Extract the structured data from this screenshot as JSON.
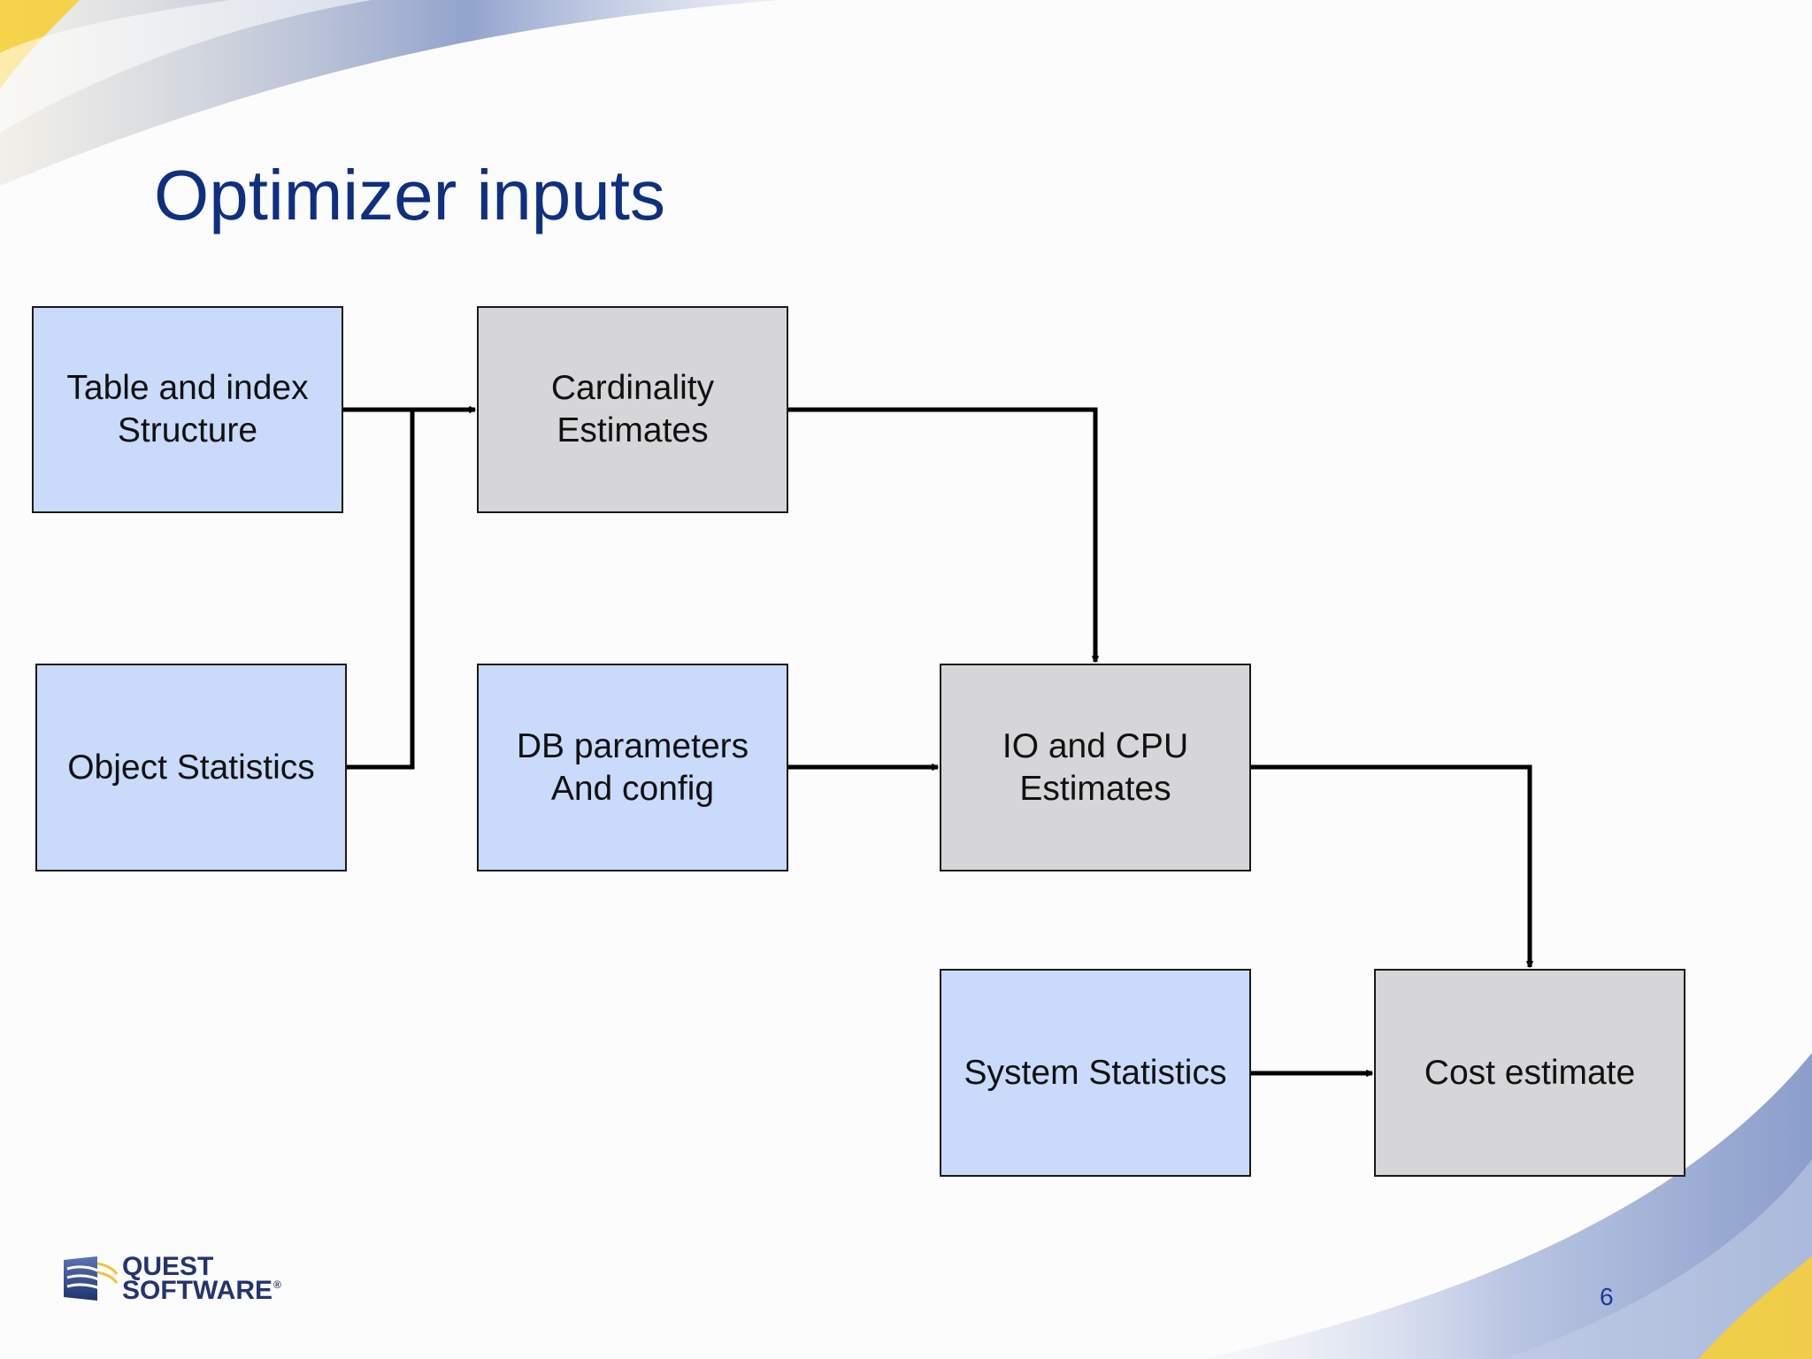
{
  "slide": {
    "title": "Optimizer inputs",
    "page_number": "6"
  },
  "logo": {
    "line1": "QUEST",
    "line2": "SOFTWARE",
    "mark": "®"
  },
  "nodes": {
    "table_index": {
      "line1": "Table and index",
      "line2": "Structure"
    },
    "cardinality": {
      "line1": "Cardinality",
      "line2": "Estimates"
    },
    "object_stats": {
      "line1": "Object Statistics"
    },
    "db_params": {
      "line1": "DB parameters",
      "line2": "And config"
    },
    "io_cpu": {
      "line1": "IO and CPU",
      "line2": "Estimates"
    },
    "system_stats": {
      "line1": "System Statistics"
    },
    "cost": {
      "line1": "Cost estimate"
    }
  },
  "colors": {
    "input_fill": "#c9dafb",
    "process_fill": "#d6d5d8",
    "title": "#0f2f80",
    "connector": "#000000"
  }
}
